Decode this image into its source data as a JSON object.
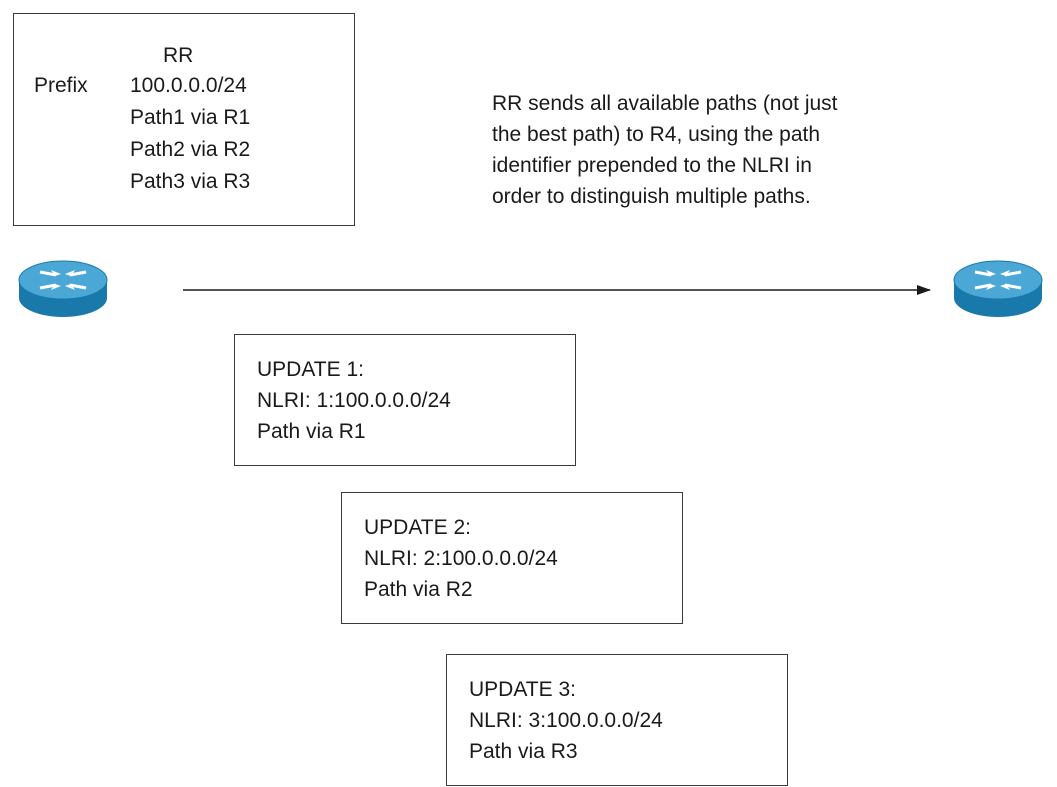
{
  "route_reflector": {
    "title": "RR",
    "prefix_label": "Prefix",
    "prefix_value": "100.0.0.0/24",
    "paths": [
      "Path1 via R1",
      "Path2 via R2",
      "Path3 via R3"
    ]
  },
  "description_lines": [
    "RR sends all available paths (not just",
    "the best path) to R4, using the path",
    "identifier prepended to the NLRI in",
    "order to distinguish multiple paths."
  ],
  "updates": [
    {
      "title": "UPDATE 1:",
      "nlri": "NLRI: 1:100.0.0.0/24",
      "path": "Path via R1"
    },
    {
      "title": "UPDATE 2:",
      "nlri": "NLRI: 2:100.0.0.0/24",
      "path": "Path via R2"
    },
    {
      "title": "UPDATE 3:",
      "nlri": "NLRI: 3:100.0.0.0/24",
      "path": "Path via R3"
    }
  ],
  "colors": {
    "router_body": "#1e82b5",
    "router_top": "#4aa7d6",
    "router_arrows": "#ffffff",
    "line": "#1a1a1a"
  },
  "icons": {
    "sender": "router-icon",
    "receiver": "router-icon"
  }
}
